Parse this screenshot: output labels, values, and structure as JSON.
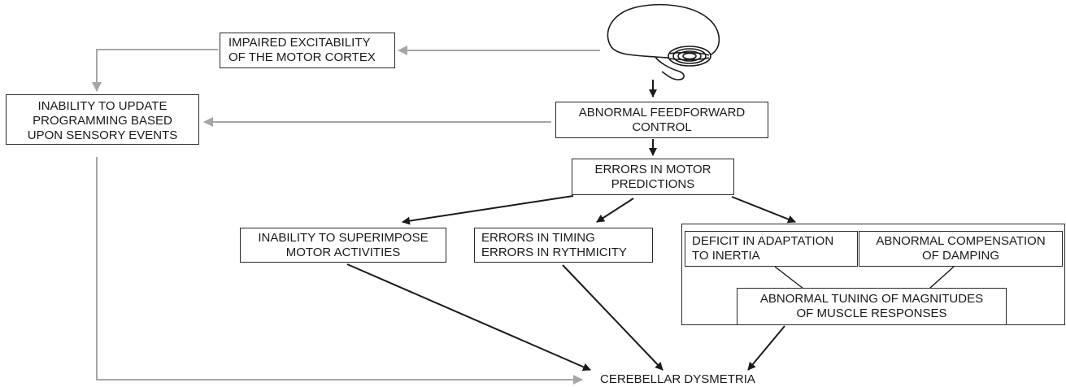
{
  "nodes": {
    "impaired_excitability": {
      "line1": "IMPAIRED EXCITABILITY",
      "line2": "OF THE MOTOR CORTEX"
    },
    "inability_update": {
      "line1": "INABILITY TO UPDATE",
      "line2": "PROGRAMMING BASED",
      "line3": "UPON SENSORY EVENTS"
    },
    "abnormal_feedforward": {
      "line1": "ABNORMAL FEEDFORWARD",
      "line2": "CONTROL"
    },
    "errors_predictions": {
      "line1": "ERRORS IN MOTOR",
      "line2": "PREDICTIONS"
    },
    "inability_superimpose": {
      "line1": "INABILITY TO SUPERIMPOSE",
      "line2": "MOTOR ACTIVITIES"
    },
    "errors_timing": {
      "line1": "ERRORS IN TIMING",
      "line2": "ERRORS IN RYTHMICITY"
    },
    "deficit_adaptation": {
      "line1": "DEFICIT IN ADAPTATION",
      "line2": "TO INERTIA"
    },
    "abnormal_compensation": {
      "line1": "ABNORMAL COMPENSATION",
      "line2": "OF DAMPING"
    },
    "abnormal_tuning": {
      "line1": "ABNORMAL TUNING OF MAGNITUDES",
      "line2": "OF MUSCLE RESPONSES"
    },
    "cerebellar_dysmetria": {
      "label": "CEREBELLAR DYSMETRIA"
    }
  },
  "icons": {
    "brain": "brain-cerebellum-icon"
  },
  "colors": {
    "primary_arrow": "#1a1a1a",
    "secondary_arrow": "#a6a6a6"
  }
}
